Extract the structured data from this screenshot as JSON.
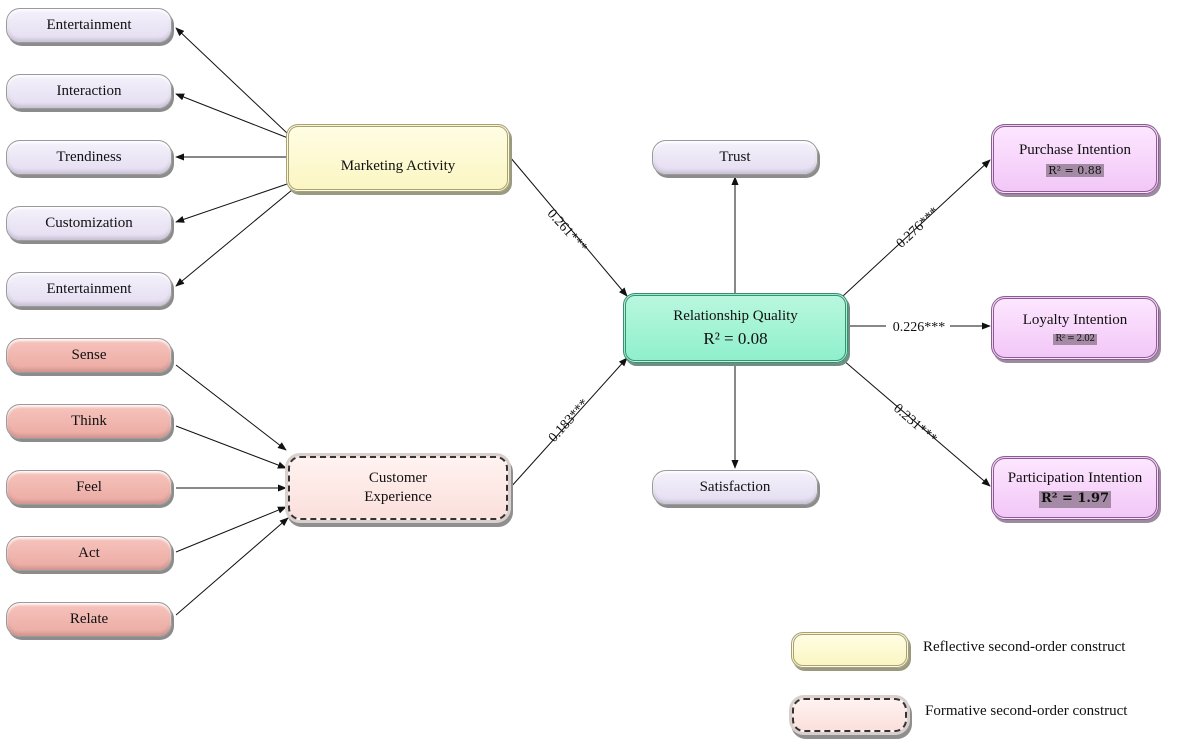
{
  "marketing": {
    "title": "Marketing Activity",
    "indicators": [
      "Entertainment",
      "Interaction",
      "Trendiness",
      "Customization",
      "Entertainment"
    ]
  },
  "customer": {
    "title_line1": "Customer",
    "title_line2": "Experience",
    "indicators": [
      "Sense",
      "Think",
      "Feel",
      "Act",
      "Relate"
    ]
  },
  "relationship": {
    "title": "Relationship Quality",
    "r2": "R² = 0.08",
    "indicators": [
      "Trust",
      "Satisfaction"
    ]
  },
  "outcomes": [
    {
      "title": "Purchase Intention",
      "r2": "R² = 0.88"
    },
    {
      "title": "Loyalty Intention",
      "r2": "R² = 2.02"
    },
    {
      "title": "Participation Intention",
      "r2": "R² = 1.97"
    }
  ],
  "paths": {
    "ma_rq": "0.261***",
    "ce_rq": "0.183***",
    "rq_pi": "0.276***",
    "rq_li": "0.226***",
    "rq_pa": "0.231***"
  },
  "legend": {
    "reflective": "Reflective second-order  construct",
    "formative": "Formative second-order construct"
  },
  "colors": {
    "indicator_lavender": "#e6e0f2",
    "indicator_pink": "#eeb2aa",
    "reflective_yellow": "#fcf8cc",
    "formative_pink": "#fde6e2",
    "relationship_green": "#9ef2d2",
    "outcome_magenta": "#f5cff8"
  }
}
